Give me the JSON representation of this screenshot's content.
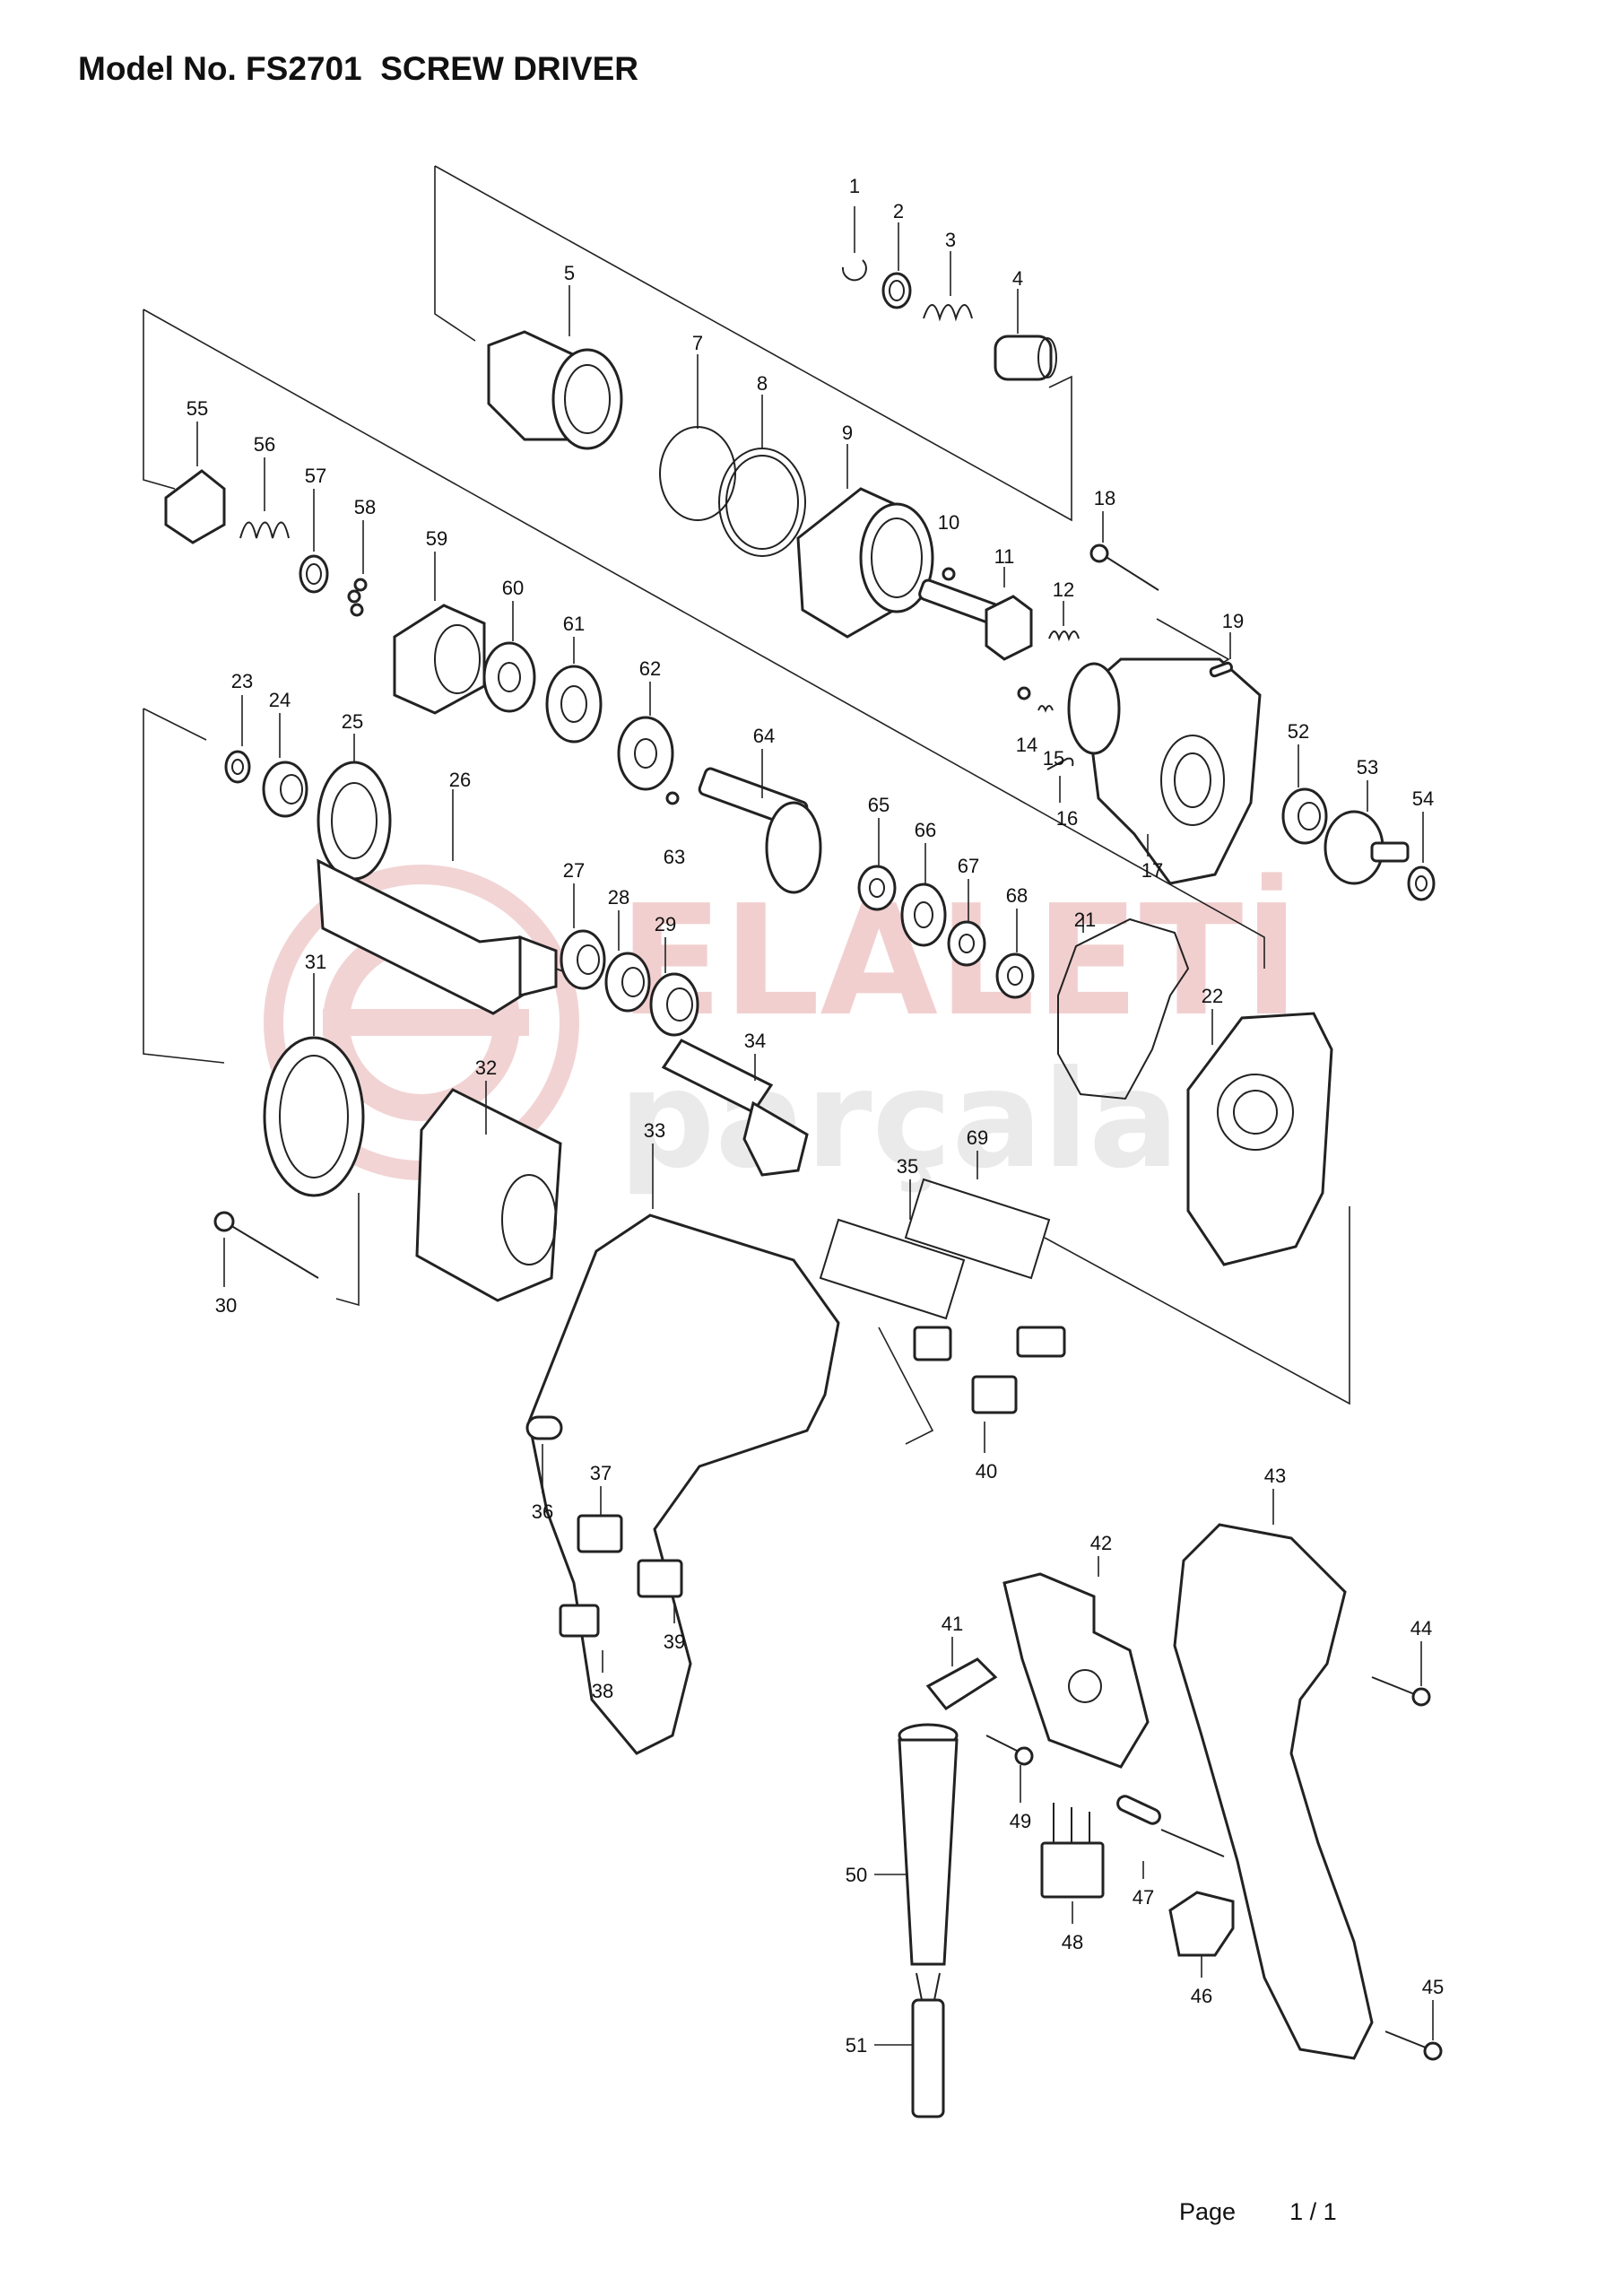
{
  "title": "Model No. FS2701  SCREW DRIVER",
  "watermark": {
    "brand": "ELALETİ",
    "tagline": "parçala",
    "color_brand": "#e8a9a9",
    "color_tagline": "#d9d9d9"
  },
  "footer": {
    "page_label": "Page",
    "page_value": "1 / 1"
  },
  "parts": [
    {
      "no": "1"
    },
    {
      "no": "2"
    },
    {
      "no": "3"
    },
    {
      "no": "4"
    },
    {
      "no": "5"
    },
    {
      "no": "7"
    },
    {
      "no": "8"
    },
    {
      "no": "9"
    },
    {
      "no": "10"
    },
    {
      "no": "11"
    },
    {
      "no": "12"
    },
    {
      "no": "14"
    },
    {
      "no": "15"
    },
    {
      "no": "16"
    },
    {
      "no": "17"
    },
    {
      "no": "18"
    },
    {
      "no": "19"
    },
    {
      "no": "21"
    },
    {
      "no": "22"
    },
    {
      "no": "23"
    },
    {
      "no": "24"
    },
    {
      "no": "25"
    },
    {
      "no": "26"
    },
    {
      "no": "27"
    },
    {
      "no": "28"
    },
    {
      "no": "29"
    },
    {
      "no": "30"
    },
    {
      "no": "31"
    },
    {
      "no": "32"
    },
    {
      "no": "33"
    },
    {
      "no": "34"
    },
    {
      "no": "35"
    },
    {
      "no": "36"
    },
    {
      "no": "37"
    },
    {
      "no": "38"
    },
    {
      "no": "39"
    },
    {
      "no": "40"
    },
    {
      "no": "41"
    },
    {
      "no": "42"
    },
    {
      "no": "43"
    },
    {
      "no": "44"
    },
    {
      "no": "45"
    },
    {
      "no": "46"
    },
    {
      "no": "47"
    },
    {
      "no": "48"
    },
    {
      "no": "49"
    },
    {
      "no": "50"
    },
    {
      "no": "51"
    },
    {
      "no": "52"
    },
    {
      "no": "53"
    },
    {
      "no": "54"
    },
    {
      "no": "55"
    },
    {
      "no": "56"
    },
    {
      "no": "57"
    },
    {
      "no": "58"
    },
    {
      "no": "59"
    },
    {
      "no": "60"
    },
    {
      "no": "61"
    },
    {
      "no": "62"
    },
    {
      "no": "63"
    },
    {
      "no": "64"
    },
    {
      "no": "65"
    },
    {
      "no": "66"
    },
    {
      "no": "67"
    },
    {
      "no": "68"
    },
    {
      "no": "69"
    }
  ]
}
